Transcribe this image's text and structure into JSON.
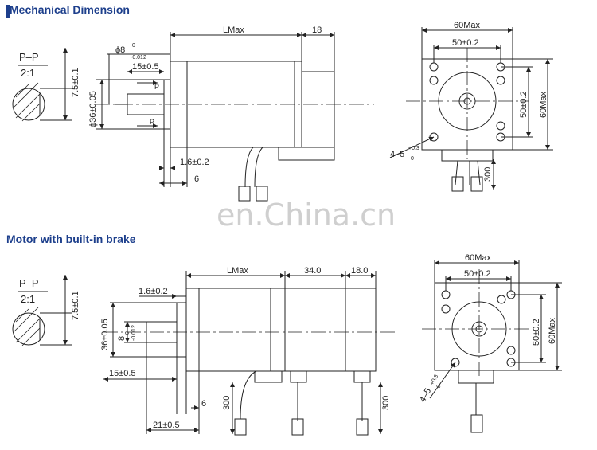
{
  "section1": {
    "title": "Mechanical Dimension",
    "pp_label": "P–P",
    "pp_scale": "2:1",
    "flat_dim": "7.5±0.1",
    "length": "LMax",
    "shaft_len": "18",
    "shaft_dia": "ϕ8",
    "shaft_tol_top": "0",
    "shaft_tol_bot": "-0.012",
    "key_len": "15±0.5",
    "pilot_dia": "ϕ36±0.05",
    "pilot_thk": "1.6±0.2",
    "flange_thk": "6",
    "section_mark": "P",
    "front_width": "60Max",
    "hole_spacing_h": "50±0.2",
    "hole_spacing_v": "50±0.2",
    "front_height": "60Max",
    "hole_dia": "4–5",
    "hole_tol_top": "+0.3",
    "hole_tol_bot": "0",
    "lead_len": "300"
  },
  "section2": {
    "title": "Motor with built-in brake",
    "pp_label": "P–P",
    "pp_scale": "2:1",
    "flat_dim": "7.5±0.1",
    "length": "LMax",
    "brake_len": "34.0",
    "rear_len": "18.0",
    "pilot_thk": "1.6±0.2",
    "pilot_dia": "36±0.05",
    "shaft_dia": "8",
    "shaft_tol_top": "0",
    "shaft_tol_bot": "-0.012",
    "key_len": "15±0.5",
    "flange_thk": "6",
    "shaft_len": "21±0.5",
    "lead_len_1": "300",
    "lead_len_2": "300",
    "front_width": "60Max",
    "hole_spacing_h": "50±0.2",
    "hole_spacing_v": "50±0.2",
    "front_height": "60Max",
    "hole_dia": "4–5",
    "hole_tol_top": "+0.3",
    "hole_tol_bot": "0"
  },
  "watermark": "en.China.cn"
}
